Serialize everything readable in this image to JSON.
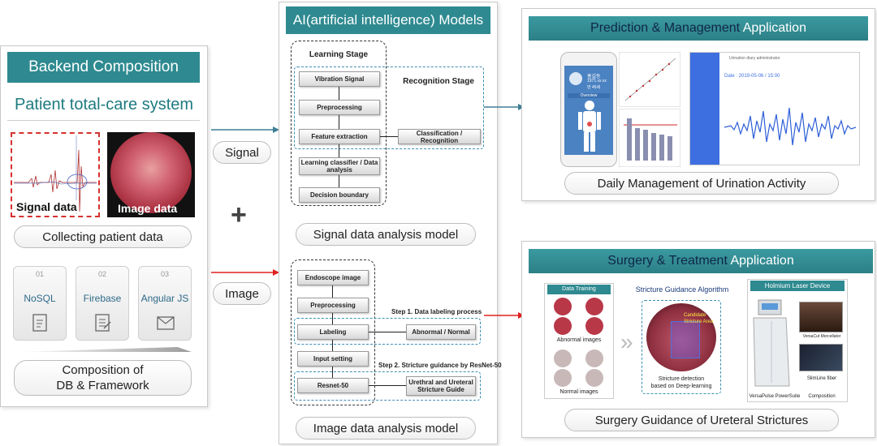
{
  "backend": {
    "header": "Backend Composition",
    "subtitle": "Patient total-care system",
    "signal_label": "Signal data",
    "image_label": "Image data",
    "collect_label": "Collecting patient data",
    "techs": [
      {
        "num": "01",
        "label": "NoSQL"
      },
      {
        "num": "02",
        "label": "Firebase"
      },
      {
        "num": "03",
        "label": "Angular JS"
      }
    ],
    "db_label_line1": "Composition of",
    "db_label_line2": "DB & Framework"
  },
  "connectors": {
    "plus": "+",
    "signal": "Signal",
    "image": "Image",
    "signal_color": "#3d7f95",
    "image_color": "#e02020"
  },
  "ai": {
    "header": "AI(artificial intelligence) Models",
    "learning_stage": "Learning Stage",
    "recognition_stage": "Recognition Stage",
    "signal_flow": [
      "Vibration Signal",
      "Preprocessing",
      "Feature extraction",
      "Learning classifier / Data analysis",
      "Decision boundary"
    ],
    "classification": "Classification / Recognition",
    "signal_model_label": "Signal data analysis model",
    "image_flow": [
      "Endoscope image",
      "Preprocessing",
      "Labeling",
      "Input setting",
      "Resnet-50"
    ],
    "step1": "Step 1. Data labeling process",
    "step1_result": "Abnormal / Normal",
    "step2": "Step 2. Stricture guidance by ResNet-50",
    "step2_result": "Urethral and Ureteral Stricture Guide",
    "image_model_label": "Image data analysis model"
  },
  "prediction": {
    "header_part1": "Prediction & Management",
    "header_part2": " Application",
    "phone_name": "홍길동",
    "phone_line2": "1971.xx.xx",
    "phone_line3": "만 45세",
    "phone_overview": "Overview",
    "dash_title": "Urination diary administrator",
    "dash_date": "Date : 2019-05-06 / 15:00",
    "footer": "Daily Management  of Urination Activity"
  },
  "surgery": {
    "header_part1": "Surgery & Treatment",
    "header_part2": " Application",
    "data_training": "Data Training",
    "abnormal_images": "Abnormal images",
    "normal_images": "Normal images",
    "algorithm_title": "Stricture Guidance Algorithm",
    "detect_line1": "Stricture detection",
    "detect_line2": "based on Deep-learning",
    "candidate_line1": "Candidate",
    "candidate_line2": "Stricture Area",
    "laser_header": "Holmium Laser Device",
    "versacut": "VersaCut Morcellator",
    "slimline": "SlimLine fiber",
    "composition": "Composition",
    "versapulse": "VersaPulse PowerSuite",
    "footer": "Surgery Guidance of Ureteral Strictures"
  }
}
